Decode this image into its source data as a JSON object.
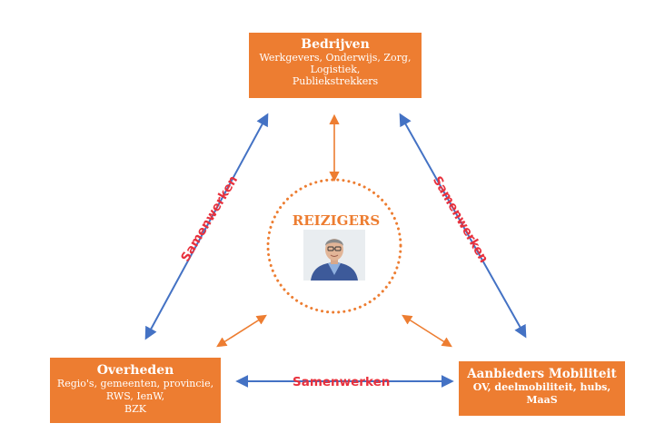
{
  "stakeholders": {
    "companies": {
      "title": "Bedrijven",
      "lines": [
        "Werkgevers, Onderwijs, Zorg,",
        "Logistiek,",
        "Publiekstrekkers"
      ]
    },
    "governments": {
      "title": "Overheden",
      "lines": [
        "Regio's, gemeenten, provincie,",
        "RWS, IenW,",
        "BZK"
      ]
    },
    "mobility_providers": {
      "title": "Aanbieders  Mobiliteit",
      "lines": [
        "OV, deelmobiliteit, hubs,",
        "MaaS"
      ]
    }
  },
  "center": {
    "title": "REIZIGERS",
    "image": "traveler-portrait"
  },
  "relations": {
    "left": "Samenwerken",
    "right": "Samenwerken",
    "bottom": "Samenwerken"
  },
  "colors": {
    "box_fill": "#ed7d31",
    "box_text": "#ffffff",
    "collab_text": "#e8303c",
    "blue_arrow": "#4472c4",
    "orange_arrow": "#ed7d31"
  }
}
